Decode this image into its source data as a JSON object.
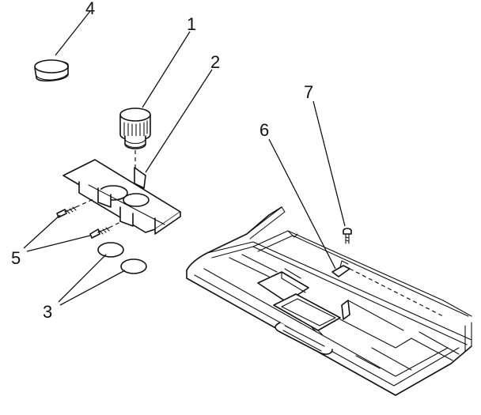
{
  "diagram": {
    "callouts": {
      "c1": "1",
      "c2": "2",
      "c3": "3",
      "c4": "4",
      "c5": "5",
      "c6": "6",
      "c7": "7"
    },
    "colors": {
      "ink": "#111111",
      "background": "#ffffff"
    }
  }
}
